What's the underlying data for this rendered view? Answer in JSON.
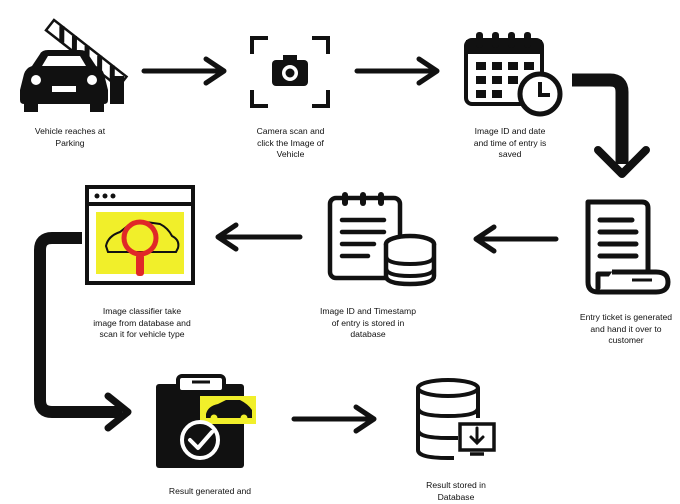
{
  "steps": [
    {
      "id": "vehicle_reaches",
      "label": "Vehicle reaches at\nParking",
      "icon": "car-barrier-icon"
    },
    {
      "id": "camera_scan",
      "label": "Camera scan and\nclick the Image of\nVehicle",
      "icon": "camera-scan-icon"
    },
    {
      "id": "entry_saved",
      "label": "Image ID and date\nand time of entry is\nsaved",
      "icon": "calendar-clock-icon"
    },
    {
      "id": "ticket",
      "label": "Entry ticket is generated\nand hand it over to\ncustomer",
      "icon": "ticket-scroll-icon"
    },
    {
      "id": "stored_db",
      "label": "Image ID and Timestamp\nof entry is stored in\ndatabase",
      "icon": "document-database-icon"
    },
    {
      "id": "classifier",
      "label": "Image classifier take\nimage from database and\nscan it for vehicle type",
      "icon": "image-classifier-icon"
    },
    {
      "id": "result_generated",
      "label": "Result  generated and",
      "icon": "result-clipboard-icon"
    },
    {
      "id": "result_stored",
      "label": "Result stored in\nDatabase",
      "icon": "database-download-icon"
    }
  ],
  "colors": {
    "ink": "#111111",
    "accent_yellow": "#f1ef2a",
    "magnifier_red": "#e02828"
  }
}
